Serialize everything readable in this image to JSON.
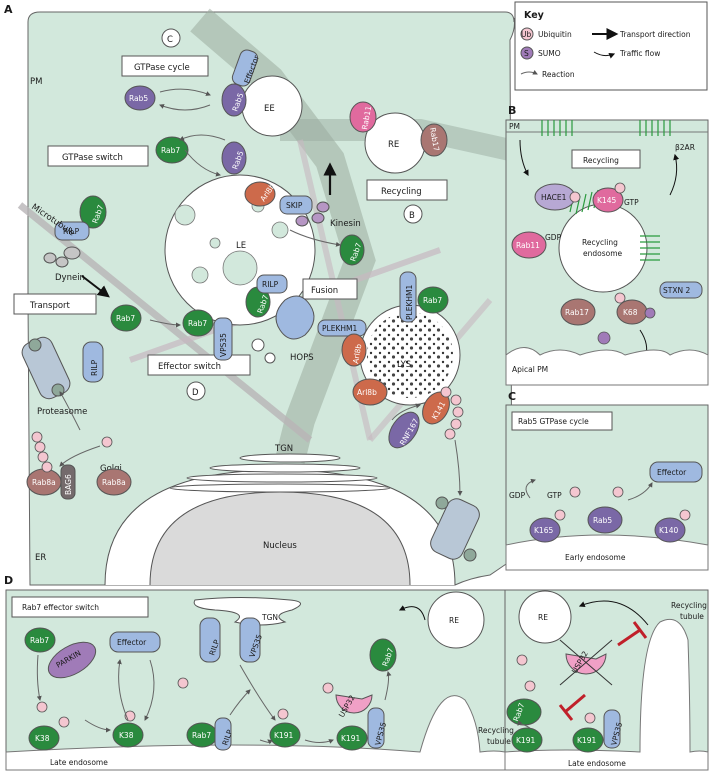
{
  "panels": {
    "a": "A",
    "b": "B",
    "c": "C",
    "d": "D"
  },
  "key": {
    "title": "Key",
    "ubiquitin": "Ubiquitin",
    "sumo": "SUMO",
    "reaction": "Reaction",
    "transport": "Transport direction",
    "traffic": "Traffic flow",
    "ub_symbol": "Ub",
    "s_symbol": "S"
  },
  "panel_a": {
    "pm": "PM",
    "er": "ER",
    "nucleus": "Nucleus",
    "golgi": "Golgi",
    "tgn": "TGN",
    "ee": "EE",
    "le": "LE",
    "re": "RE",
    "lys": "LYS",
    "microtubule": "Microtubule",
    "dynein": "Dynein",
    "kinesin": "Kinesin",
    "proteasome": "Proteasome",
    "hops": "HOPS",
    "boxes": {
      "gtpase_cycle": "GTPase cycle",
      "gtpase_switch": "GTPase switch",
      "recycling": "Recycling",
      "transport": "Transport",
      "fusion": "Fusion",
      "effector_switch": "Effector switch"
    },
    "circles": {
      "c": "C",
      "b": "B",
      "d": "D"
    },
    "proteins": {
      "rab5a": "Rab5",
      "rab5b": "Rab5",
      "rab5c": "Rab5",
      "effector": "Effector",
      "rab11": "Rab11",
      "rab17": "Rab17",
      "rab7_switch": "Rab7",
      "rab7_rilp": "Rab7",
      "rab7_transport": "Rab7",
      "rab7_vps": "Rab7",
      "rab7_fusion": "Rab7",
      "rab7_kinesin": "Rab7",
      "rab7_lys": "Rab7",
      "rilp_le": "RILP",
      "rilp_fusion": "RILP",
      "rilp_free": "RILP",
      "arl8b_skip": "Arl8b",
      "arl8b_hops": "Arl8b",
      "arl8b_lys": "Arl8b",
      "skip": "SKIP",
      "plekhm1_a": "PLEKHM1",
      "plekhm1_b": "PLEKHM1",
      "vps35": "VPS35",
      "rnf167": "RNF167",
      "k141": "K141",
      "rab8a_1": "Rab8a",
      "rab8a_2": "Rab8a",
      "bag6": "BAG6"
    }
  },
  "panel_b": {
    "pm": "PM",
    "b2ar": "β2AR",
    "recycling": "Recycling",
    "hace1": "HACE1",
    "k145": "K145",
    "gtp": "GTP",
    "gdp": "GDP",
    "rab11": "Rab11",
    "endosome1": "Recycling",
    "endosome2": "endosome",
    "stxn2": "STXN 2",
    "rab17": "Rab17",
    "k68": "K68",
    "apical": "Apical PM"
  },
  "panel_c": {
    "title": "Rab5 GTPase cycle",
    "effector": "Effector",
    "gdp": "GDP",
    "gtp": "GTP",
    "k165": "K165",
    "rab5": "Rab5",
    "k140": "K140",
    "early": "Early endosome"
  },
  "panel_d": {
    "title": "Rab7 effector switch",
    "tgn": "TGN",
    "re1": "RE",
    "re2": "RE",
    "rab7_a": "Rab7",
    "parkin": "PARKIN",
    "effector": "Effector",
    "k38a": "K38",
    "k38b": "K38",
    "late1": "Late endosome",
    "rilp_a": "RILP",
    "vps35_a": "VPS35",
    "rab7_b": "Rab7",
    "rilp_b": "RILP",
    "k191a": "K191",
    "k191b": "K191",
    "vps35_b": "VPS35",
    "usp32_a": "USP32",
    "rab7_c": "Rab7",
    "recycling_tubule1": "Recycling",
    "tubule1": "tubule",
    "recycling_tubule2": "Recycling",
    "tubule2": "tubule",
    "usp32_b": "USP32",
    "rab7_d": "Rab7",
    "k191c": "K191",
    "k191d": "K191",
    "vps35_c": "VPS35",
    "late2": "Late endosome"
  }
}
